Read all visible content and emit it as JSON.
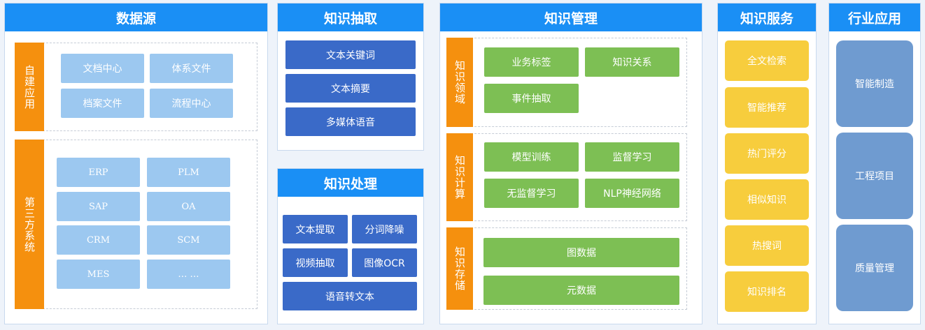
{
  "columns": {
    "data_source": {
      "title": "数据源",
      "self_built": {
        "label": "自建应用",
        "items": [
          "文档中心",
          "体系文件",
          "档案文件",
          "流程中心"
        ]
      },
      "third_party": {
        "label": "第三方系统",
        "items": [
          "ERP",
          "PLM",
          "SAP",
          "OA",
          "CRM",
          "SCM",
          "MES",
          "… …"
        ]
      }
    },
    "extraction": {
      "title": "知识抽取",
      "items": [
        "文本关键词",
        "文本摘要",
        "多媒体语音"
      ]
    },
    "processing": {
      "title": "知识处理",
      "items": [
        "文本提取",
        "分词降噪",
        "视频抽取",
        "图像OCR",
        "语音转文本"
      ]
    },
    "management": {
      "title": "知识管理",
      "domain": {
        "label": "知识领域",
        "items": [
          "业务标签",
          "知识关系",
          "事件抽取"
        ]
      },
      "compute": {
        "label": "知识计算",
        "items": [
          "模型训练",
          "监督学习",
          "无监督学习",
          "NLP神经网络"
        ]
      },
      "storage": {
        "label": "知识存储",
        "items": [
          "图数据",
          "元数据"
        ]
      }
    },
    "service": {
      "title": "知识服务",
      "items": [
        "全文检索",
        "智能推荐",
        "热门评分",
        "相似知识",
        "热搜词",
        "知识排名"
      ]
    },
    "industry": {
      "title": "行业应用",
      "items": [
        "智能制造",
        "工程项目",
        "质量管理"
      ]
    }
  },
  "colors": {
    "header": "#1a8ff5",
    "label_orange": "#f5900e",
    "source_box": "#9cc8f0",
    "extract_box": "#3a6ac8",
    "manage_box": "#7dbf54",
    "service_box": "#f7cd3d",
    "industry_box": "#6f9bd0"
  }
}
